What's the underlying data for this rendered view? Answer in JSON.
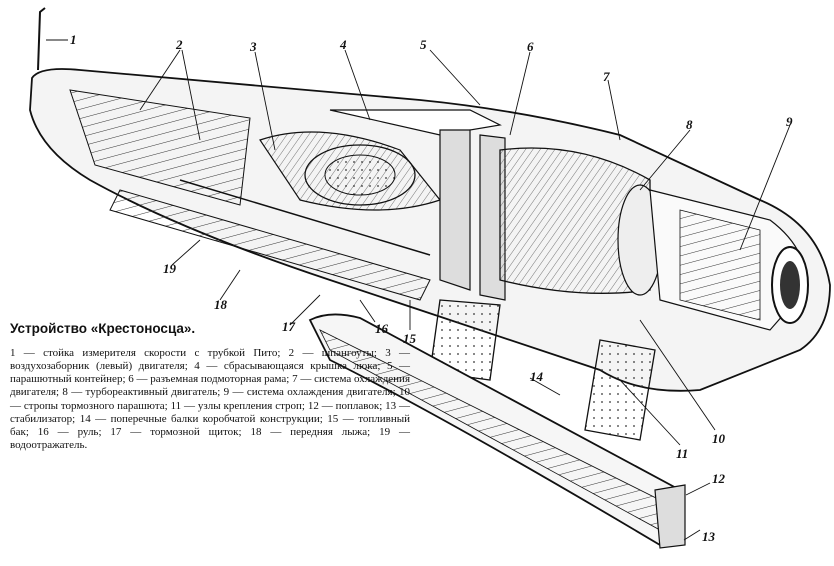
{
  "caption": {
    "title": "Устройство «Крестоносца».",
    "legend": "1 — стойка измерителя скорости с трубкой Пито; 2 — шпангоуты; 3 — воздухозаборник (левый) двигателя; 4 — сбрасывающаяся крышка люка; 5 — парашютный контейнер; 6 — разъемная подмоторная рама; 7 — система охлаждения двигателя; 8 — турбореактивный двигатель; 9 — система охлаждения двигателя; 10 — стропы тормозного парашюта; 11 — узлы крепления строп; 12 — поплавок; 13 — стабилизатор; 14 — поперечные балки коробчатой конструкции; 15 — топливный бак; 16 — руль; 17 — тормозной щиток; 18 — передняя лыжа; 19 — водоотражатель."
  },
  "callouts": [
    "1",
    "2",
    "3",
    "4",
    "5",
    "6",
    "7",
    "8",
    "9",
    "10",
    "11",
    "12",
    "13",
    "14",
    "15",
    "16",
    "17",
    "18",
    "19"
  ],
  "colors": {
    "ink": "#111111",
    "paper": "#ffffff",
    "hatch": "#555555"
  }
}
